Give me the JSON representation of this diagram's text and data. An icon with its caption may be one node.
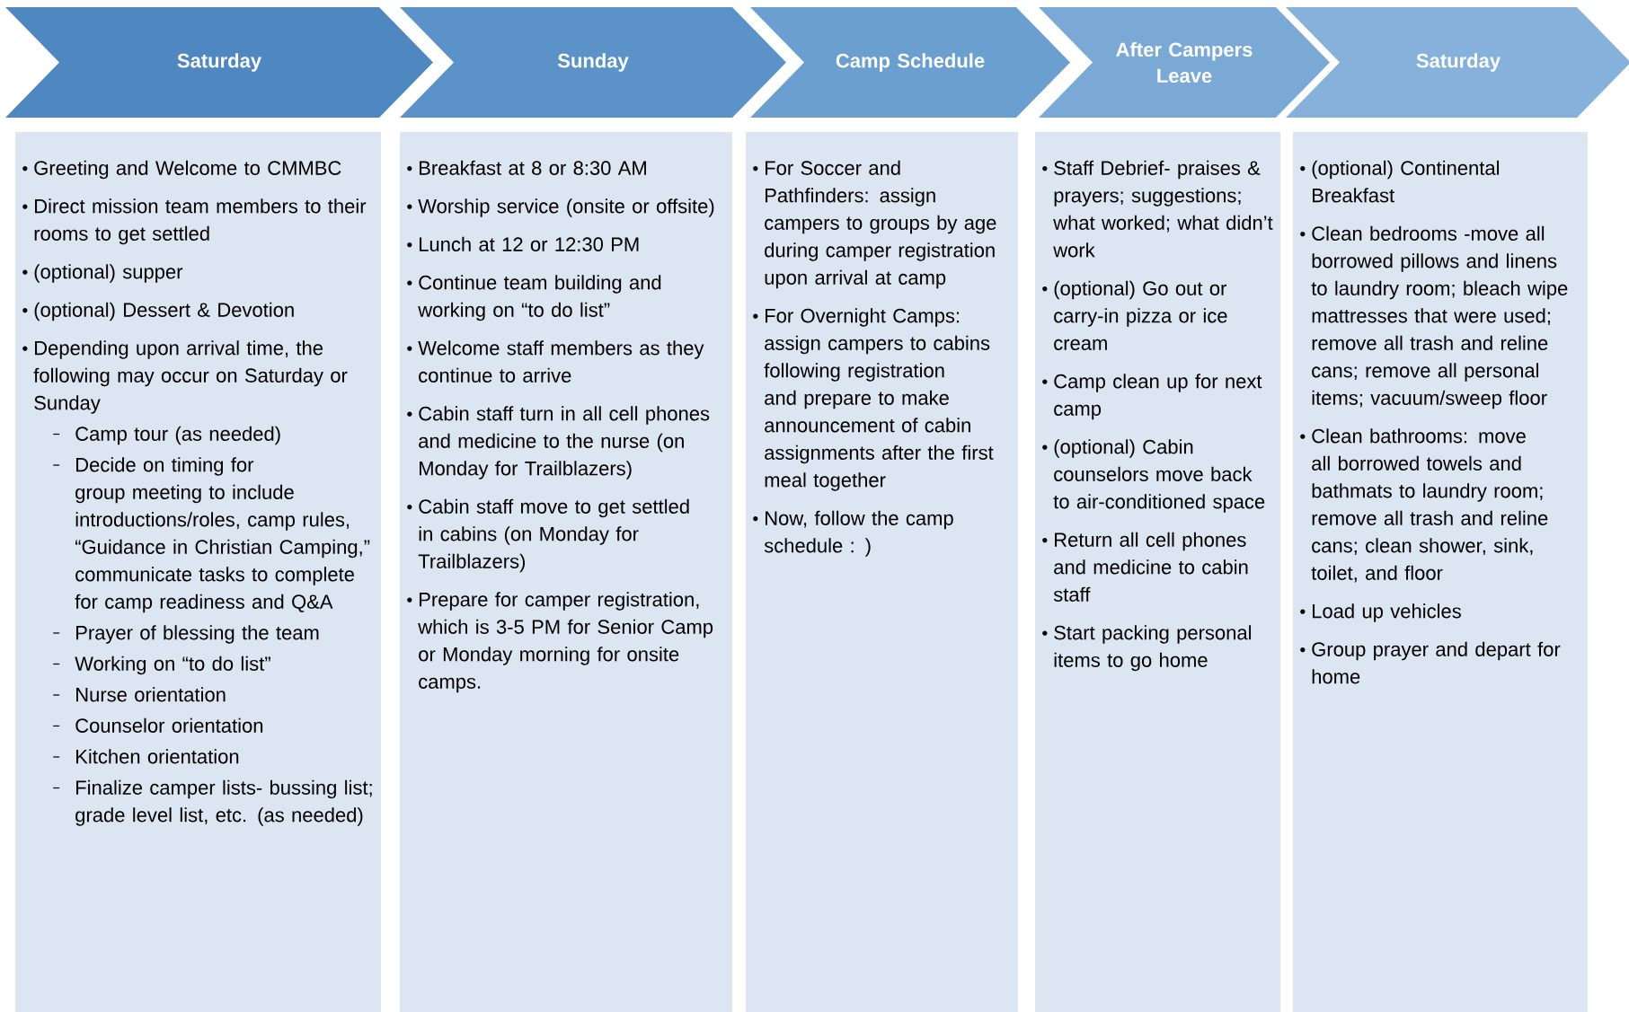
{
  "diagram": {
    "nodes": [
      {
        "text": [
          "Saturday"
        ]
      },
      {
        "text": [
          "Sunday"
        ]
      },
      {
        "text": [
          "Camp Schedule"
        ]
      },
      {
        "text": [
          "After Campers Leave"
        ]
      },
      {
        "text": [
          "Saturday"
        ]
      },
      {
        "text": [
          "Greeting and Welcome to CMMBC",
          "Direct mission team members to their rooms to get settled",
          "(optional) supper",
          "(optional) Dessert & Devotion",
          "Depending upon arrival time, the following may occur on Saturday or Sunday",
          "Camp tour (as needed)",
          "Decide on timing for group meeting to include introductions/roles, camp rules, “Guidance in Christian Camping,” communicate tasks to complete for camp readiness and Q&A",
          "Prayer of blessing the team",
          "Working on “to do list”",
          "Nurse orientation",
          "Counselor orientation",
          "Kitchen orientation",
          "Finalize camper lists- bussing list; grade level list, etc. (as needed)"
        ]
      },
      {
        "text": [
          "Breakfast at 8 or 8:30 AM",
          "Worship service (onsite or offsite)",
          "Lunch at 12 or 12:30 PM",
          "Continue team building and working on “to do list”",
          "Welcome staff members as they continue to arrive",
          "Cabin staff turn in all cell phones and medicine to the nurse (on Monday for Trailblazers)",
          "Cabin staff move to get settled in cabins (on Monday for Trailblazers)",
          "Prepare for camper registration, which is 3-5 PM for Senior Camp or Monday morning for onsite camps."
        ]
      },
      {
        "text": [
          "For Soccer and Pathfinders: assign campers to groups by age during camper registration upon arrival at camp",
          "For Overnight Camps: assign campers to cabins following registration and prepare to make announcement of cabin assignments after the first meal together",
          "Now, follow the camp schedule : )"
        ]
      },
      {
        "text": [
          "Staff Debrief- praises & prayers; suggestions; what worked; what didn’t work",
          "(optional) Go out or carry-in pizza or ice cream",
          "Camp clean up for next camp",
          "(optional) Cabin counselors move back to air-conditioned space",
          "Return all cell phones and medicine to cabin staff",
          "Start packing personal items to go home"
        ]
      },
      {
        "text": [
          "(optional) Continental Breakfast",
          "Clean bedrooms -move all borrowed pillows and linens to laundry room; bleach wipe mattresses that were used; remove all trash and reline cans; remove all personal items; vacuum/sweep floor",
          "Clean bathrooms: move all borrowed towels and bathmats to laundry room; remove all trash and reline cans; clean shower, sink, toilet, and floor",
          "Load up vehicles",
          "Group prayer and depart for home"
        ]
      }
    ]
  }
}
